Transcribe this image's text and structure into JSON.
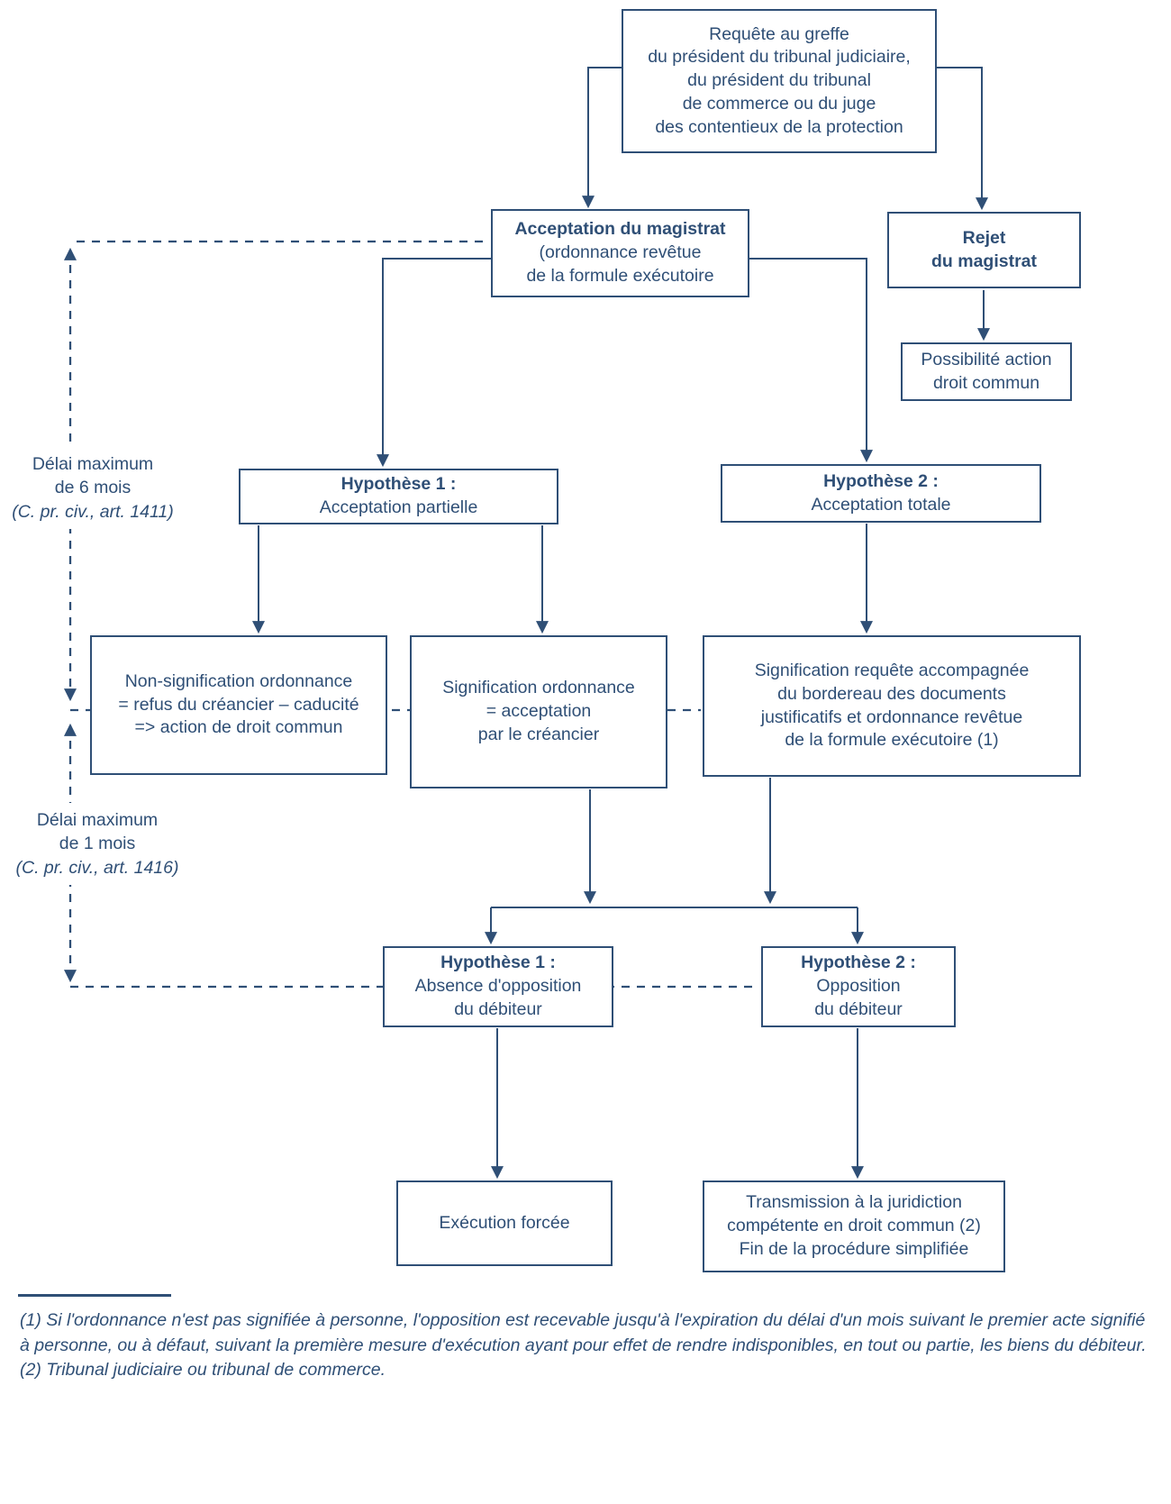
{
  "colors": {
    "ink": "#2f4f76",
    "background": "#ffffff"
  },
  "boxes": {
    "requete": {
      "lines": [
        "Requête au greffe",
        "du président du tribunal judiciaire,",
        "du président du tribunal",
        "de commerce ou du juge",
        "des contentieux de la protection"
      ]
    },
    "acceptation": {
      "title": "Acceptation du magistrat",
      "lines": [
        "(ordonnance revêtue",
        "de la formule exécutoire"
      ]
    },
    "rejet": {
      "lines": [
        "Rejet",
        "du magistrat"
      ]
    },
    "possibilite": {
      "lines": [
        "Possibilité action",
        "droit commun"
      ]
    },
    "hypothese1_acceptation": {
      "title": "Hypothèse 1 :",
      "lines": [
        "Acceptation partielle"
      ]
    },
    "hypothese2_acceptation": {
      "title": "Hypothèse 2 :",
      "lines": [
        "Acceptation totale"
      ]
    },
    "non_signification": {
      "lines": [
        "Non-signification ordonnance",
        "= refus du créancier – caducité",
        "=> action de droit commun"
      ]
    },
    "signification_ordonnance": {
      "lines": [
        "Signification ordonnance",
        "= acceptation",
        "par le créancier"
      ]
    },
    "signification_requete": {
      "lines": [
        "Signification requête accompagnée",
        "du bordereau des documents",
        "justificatifs et ordonnance revêtue",
        "de la formule exécutoire (1)"
      ]
    },
    "hypothese1_opposition": {
      "title": "Hypothèse 1 :",
      "lines": [
        "Absence d'opposition",
        "du débiteur"
      ]
    },
    "hypothese2_opposition": {
      "title": "Hypothèse 2 :",
      "lines": [
        "Opposition",
        "du débiteur"
      ]
    },
    "execution": {
      "lines": [
        "Exécution forcée"
      ]
    },
    "transmission": {
      "lines": [
        "Transmission à la juridiction",
        "compétente en droit commun (2)",
        "Fin de la procédure simplifiée"
      ]
    }
  },
  "annotations": {
    "delai6": {
      "lines": [
        "Délai maximum",
        "de 6 mois"
      ],
      "ref": "(C. pr. civ., art. 1411)"
    },
    "delai1": {
      "lines": [
        "Délai maximum",
        "de 1 mois"
      ],
      "ref": "(C. pr. civ., art. 1416)"
    }
  },
  "footnotes": {
    "note1": "(1) Si l'ordonnance n'est pas signifiée à personne, l'opposition est recevable jusqu'à l'expiration du délai d'un mois suivant le premier acte signifié à personne, ou à défaut, suivant la première mesure d'exécution ayant pour effet de rendre indisponibles, en tout ou partie, les biens du débiteur.",
    "note2": "(2) Tribunal judiciaire ou tribunal de commerce."
  }
}
